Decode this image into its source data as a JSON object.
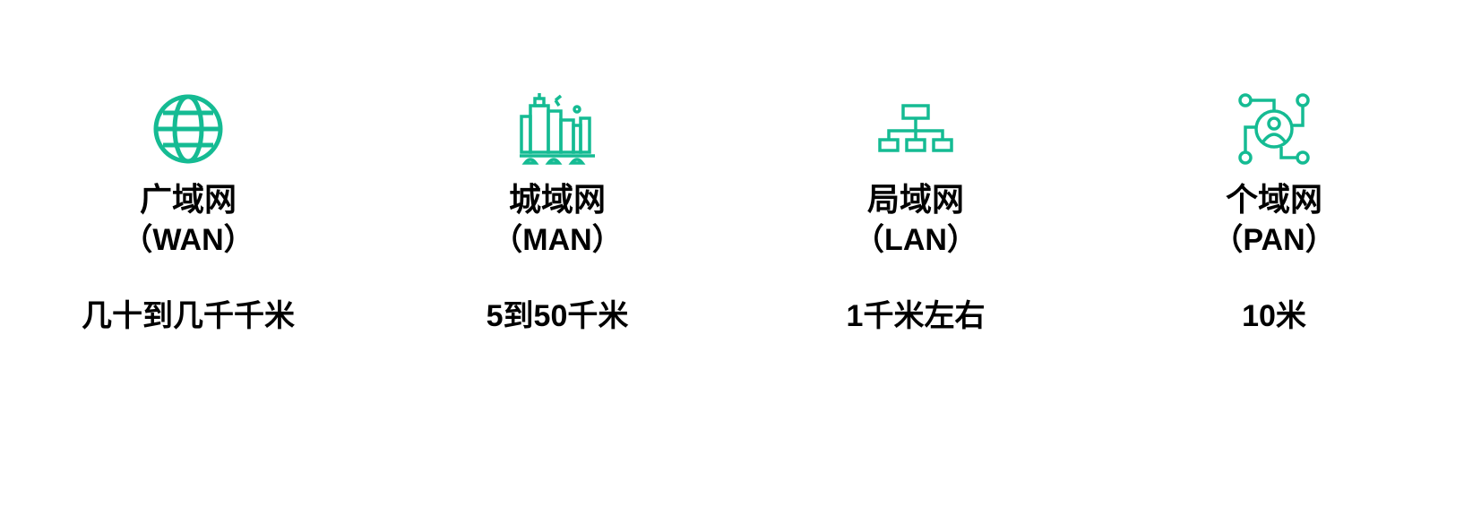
{
  "accent_color": "#15bb93",
  "items": [
    {
      "icon": "globe-icon",
      "title": "广域网",
      "abbr": "（WAN）",
      "range": "几十到几千千米"
    },
    {
      "icon": "city-icon",
      "title": "城域网",
      "abbr": "（MAN）",
      "range": "5到50千米"
    },
    {
      "icon": "hierarchy-icon",
      "title": "局域网",
      "abbr": "（LAN）",
      "range": "1千米左右"
    },
    {
      "icon": "personal-network-icon",
      "title": "个域网",
      "abbr": "（PAN）",
      "range": "10米"
    }
  ]
}
